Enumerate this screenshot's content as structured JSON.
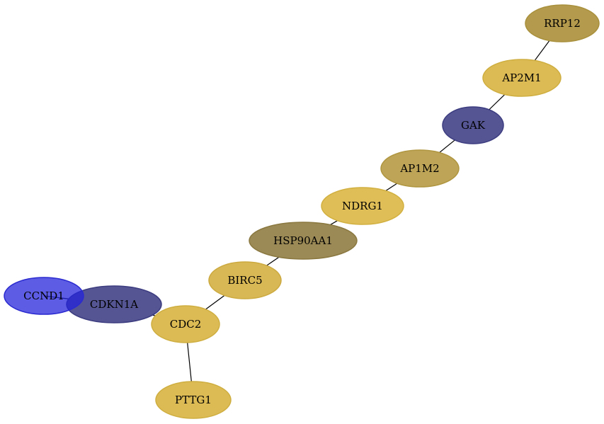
{
  "nodes": [
    {
      "id": "RRP12",
      "label": "RRP12",
      "fill": "#b49a4c",
      "stroke": "#a8903c"
    },
    {
      "id": "AP2M1",
      "label": "AP2M1",
      "fill": "#dcbb55",
      "stroke": "#cfae40"
    },
    {
      "id": "GAK",
      "label": "GAK",
      "fill": "#555593",
      "stroke": "#3c3c80"
    },
    {
      "id": "AP1M2",
      "label": "AP1M2",
      "fill": "#bda456",
      "stroke": "#b09640"
    },
    {
      "id": "NDRG1",
      "label": "NDRG1",
      "fill": "#dfbe58",
      "stroke": "#d2b040"
    },
    {
      "id": "HSP90AA1",
      "label": "HSP90AA1",
      "fill": "#9b8a55",
      "stroke": "#8a7840"
    },
    {
      "id": "BIRC5",
      "label": "BIRC5",
      "fill": "#d8b755",
      "stroke": "#ccaa40"
    },
    {
      "id": "CDKN1A",
      "label": "CDKN1A",
      "fill": "#555593",
      "stroke": "#3c3c80"
    },
    {
      "id": "CCND1",
      "label": "CCND1",
      "fill": "rgba(35,35,220,0.74)",
      "stroke": "#2a2ad0"
    },
    {
      "id": "CDC2",
      "label": "CDC2",
      "fill": "#dcbb55",
      "stroke": "#cfae40"
    },
    {
      "id": "PTTG1",
      "label": "PTTG1",
      "fill": "#dcbb55",
      "stroke": "#cfae40"
    }
  ],
  "edges": [
    {
      "source": "RRP12",
      "target": "AP2M1"
    },
    {
      "source": "AP2M1",
      "target": "GAK"
    },
    {
      "source": "GAK",
      "target": "AP1M2"
    },
    {
      "source": "AP1M2",
      "target": "NDRG1"
    },
    {
      "source": "NDRG1",
      "target": "HSP90AA1"
    },
    {
      "source": "HSP90AA1",
      "target": "BIRC5"
    },
    {
      "source": "BIRC5",
      "target": "CDC2"
    },
    {
      "source": "CDC2",
      "target": "PTTG1"
    },
    {
      "source": "CDC2",
      "target": "CDKN1A"
    },
    {
      "source": "CDKN1A",
      "target": "CCND1"
    }
  ]
}
